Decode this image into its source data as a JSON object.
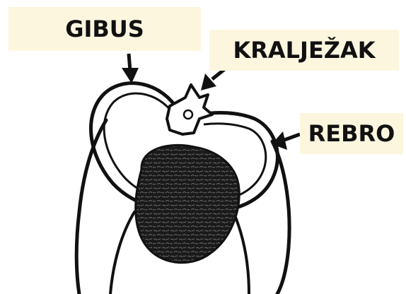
{
  "labels": {
    "gibus": "GIBUS",
    "kraljezak": "KRALJEŽAK",
    "rebro": "REBRO"
  },
  "colors": {
    "label_background": "#fdf6df",
    "ink": "#111111"
  }
}
